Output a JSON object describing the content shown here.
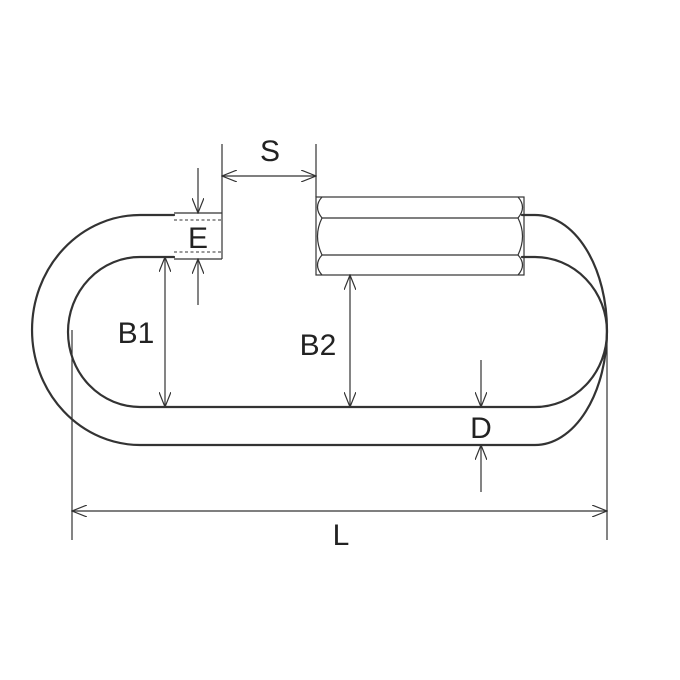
{
  "labels": {
    "s": "S",
    "e": "E",
    "b1": "B1",
    "b2": "B2",
    "d": "D",
    "l": "L"
  },
  "colors": {
    "line": "#333333",
    "text": "#222222",
    "background": "#ffffff"
  }
}
